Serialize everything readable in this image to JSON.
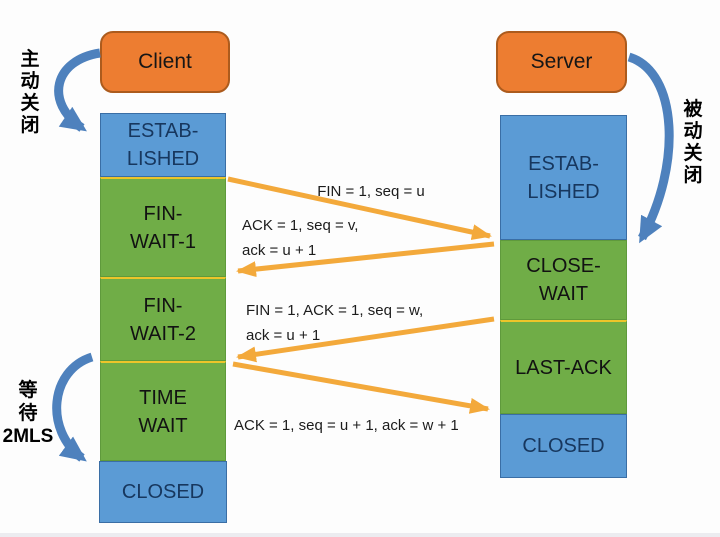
{
  "colors": {
    "orange_box": "#ED7D31",
    "orange_border": "#AC5B1D",
    "blue_box": "#5B9BD5",
    "blue_border": "#3A6EA5",
    "green_box": "#70AD47",
    "divider_yellow": "#EDC52A",
    "arrow_gold": "#F3A93B",
    "arrow_blue": "#4E81BD"
  },
  "client": {
    "title": "Client",
    "states": [
      {
        "text": "ESTAB-\nLISHED",
        "color": "blue"
      },
      {
        "text": "FIN-\nWAIT-1",
        "color": "green"
      },
      {
        "text": "FIN-\nWAIT-2",
        "color": "green"
      },
      {
        "text": "TIME\nWAIT",
        "color": "green"
      },
      {
        "text": "CLOSED",
        "color": "blue"
      }
    ]
  },
  "server": {
    "title": "Server",
    "states": [
      {
        "text": "ESTAB-\nLISHED",
        "color": "blue"
      },
      {
        "text": "CLOSE-\nWAIT",
        "color": "green"
      },
      {
        "text": "LAST-ACK",
        "color": "green"
      },
      {
        "text": "CLOSED",
        "color": "blue"
      }
    ]
  },
  "messages": [
    {
      "label": "FIN = 1, seq = u"
    },
    {
      "label": "ACK = 1, seq = v,\nack = u + 1"
    },
    {
      "label": "FIN = 1, ACK = 1, seq = w,\nack = u + 1"
    },
    {
      "label": "ACK = 1, seq = u + 1, ack = w + 1"
    }
  ],
  "annotations": {
    "active_close": "主\n动\n关\n闭",
    "passive_close": "被\n动\n关\n闭",
    "wait_2mls": "等\n待\n2MLS"
  }
}
